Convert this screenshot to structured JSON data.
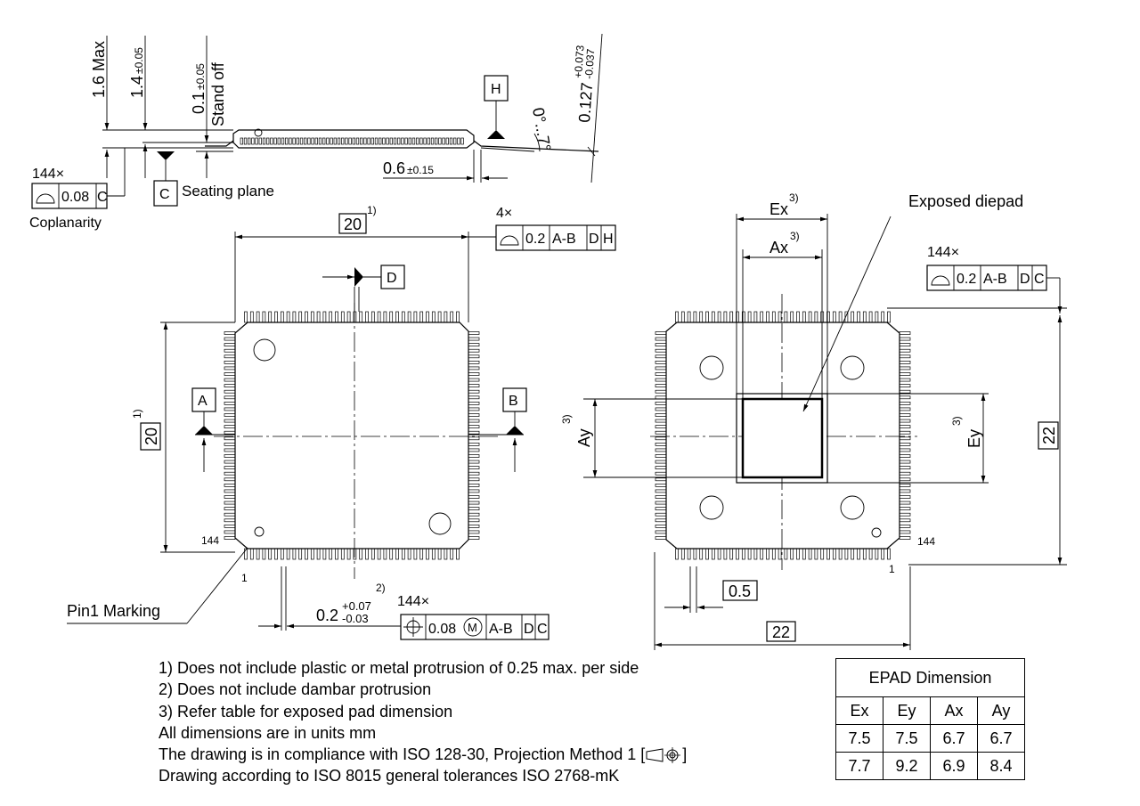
{
  "side_view": {
    "dim_max_height": "1.6 Max",
    "dim_body_height": "1.4",
    "dim_body_height_tol": "±0.05",
    "dim_standoff": "0.1",
    "dim_standoff_tol": "±0.05",
    "standoff_label": "Stand off",
    "datum_h": "H",
    "angle": "0°...7°",
    "dim_lead_thickness": "0.127",
    "dim_lead_thickness_tol_plus": "+0.073",
    "dim_lead_thickness_tol_minus": "-0.037",
    "dim_foot_length": "0.6",
    "dim_foot_length_tol": "±0.15",
    "datum_c": "C",
    "seating_plane_label": "Seating plane",
    "coplanarity_count": "144×",
    "coplanarity_value": "0.08",
    "coplanarity_datum": "C",
    "coplanarity_label": "Coplanarity"
  },
  "top_view": {
    "dim_width": "20",
    "dim_width_note": "1)",
    "dim_height": "20",
    "dim_height_note": "1)",
    "profile_count": "4×",
    "profile_value": "0.2",
    "profile_datums": [
      "A-B",
      "D",
      "H"
    ],
    "datum_d": "D",
    "datum_a": "A",
    "datum_b": "B",
    "pin_144": "144",
    "pin_1": "1",
    "pin1_label": "Pin1 Marking",
    "dim_lead_width": "0.2",
    "dim_lead_width_tol_plus": "+0.07",
    "dim_lead_width_tol_minus": "-0.03",
    "dim_lead_width_note": "2)",
    "position_count": "144×",
    "position_value": "0.08",
    "position_modifier": "M",
    "position_datums": [
      "A-B",
      "D",
      "C"
    ]
  },
  "bottom_view": {
    "dim_ex": "Ex",
    "dim_ex_note": "3)",
    "dim_ax": "Ax",
    "dim_ax_note": "3)",
    "dim_ay": "Ay",
    "dim_ay_note": "3)",
    "dim_ey": "Ey",
    "dim_ey_note": "3)",
    "exposed_label": "Exposed diepad",
    "profile_count": "144×",
    "profile_value": "0.2",
    "profile_datums": [
      "A-B",
      "D",
      "C"
    ],
    "dim_overall_height": "22",
    "dim_overall_width": "22",
    "dim_pitch": "0.5",
    "pin_144": "144",
    "pin_1": "1"
  },
  "notes": [
    "1) Does not include plastic or metal protrusion of 0.25 max. per side",
    "2) Does not include dambar protrusion",
    "3) Refer table for exposed pad dimension",
    "All dimensions are in units mm",
    "The drawing is in compliance with ISO 128-30, Projection Method 1 [",
    "]",
    "Drawing according to ISO 8015 general tolerances ISO 2768-mK"
  ],
  "epad_table": {
    "title": "EPAD Dimension",
    "headers": [
      "Ex",
      "Ey",
      "Ax",
      "Ay"
    ],
    "rows": [
      [
        "7.5",
        "7.5",
        "6.7",
        "6.7"
      ],
      [
        "7.7",
        "9.2",
        "6.9",
        "8.4"
      ]
    ]
  }
}
